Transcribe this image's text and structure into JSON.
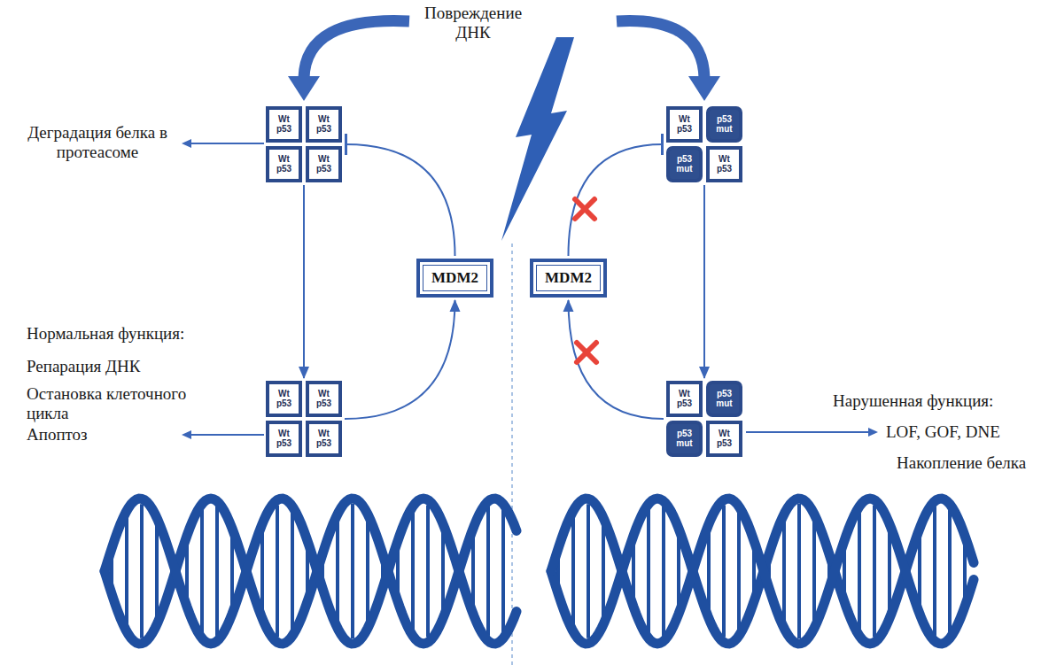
{
  "diagram": {
    "nodes": [
      {
        "text": []
      },
      {
        "text": [
          "Wt p53"
        ],
        "in": 0
      },
      {
        "text": [
          "Wt p53"
        ],
        "in": 0
      },
      {
        "text": [
          "Wt p53"
        ],
        "in": 0
      },
      {
        "text": [
          "Wt p53"
        ],
        "in": 0
      },
      {
        "text": []
      },
      {
        "text": [
          "Wt p53"
        ],
        "in": 5
      },
      {
        "text": [
          "p53 mut"
        ],
        "in": 5
      },
      {
        "text": [
          "p53 mut"
        ],
        "in": 5
      },
      {
        "text": [
          "Wt p53"
        ],
        "in": 5
      },
      {
        "text": [
          "MDM2"
        ]
      },
      {
        "text": [
          "MDM2"
        ]
      },
      {
        "text": []
      },
      {
        "text": [
          "Wt p53"
        ],
        "in": 12
      },
      {
        "text": [
          "Wt p53"
        ],
        "in": 12
      },
      {
        "text": [
          "Wt p53"
        ],
        "in": 12
      },
      {
        "text": [
          "Wt p53"
        ],
        "in": 12
      },
      {
        "text": []
      },
      {
        "text": [
          "Wt p53"
        ],
        "in": 17
      },
      {
        "text": [
          "p53 mut"
        ],
        "in": 17
      },
      {
        "text": [
          "p53 mut"
        ],
        "in": 17
      },
      {
        "text": [
          "Wt p53"
        ],
        "in": 17
      }
    ],
    "edges": [
      {
        "from": 0,
        "to": 12,
        "arrow": "to"
      },
      {
        "from": 10,
        "to": 0,
        "arrow": "to"
      },
      {
        "from": 12,
        "to": 10,
        "arrow": "to"
      },
      {
        "from": 5,
        "to": 17,
        "arrow": "to"
      },
      {
        "from": 11,
        "to": 5,
        "arrow": "to"
      },
      {
        "from": 17,
        "to": 11,
        "arrow": "to"
      }
    ],
    "labels": [
      "Повреждение ДНК",
      "Деградация белка в протеасоме",
      "Нормальная функция:",
      "Репарация ДНК",
      "Остановка клеточного цикла",
      "Апоптоз",
      "Нарушенная функция:",
      "LOF, GOF, DNE",
      "Накопление белка"
    ]
  }
}
